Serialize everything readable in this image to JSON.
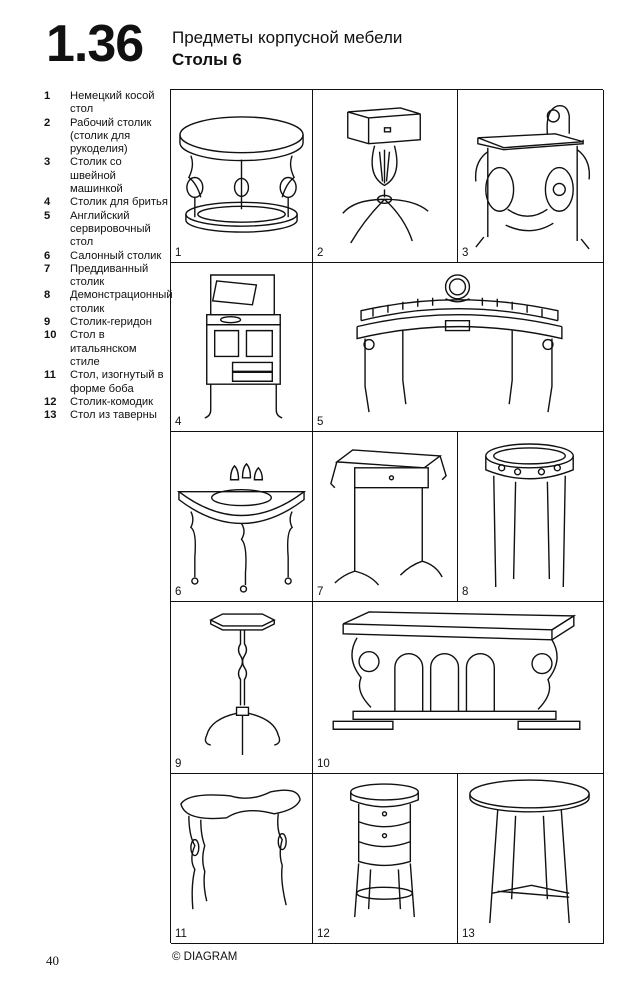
{
  "header": {
    "section_number": "1.36",
    "title": "Предметы корпусной мебели",
    "subtitle": "Столы 6"
  },
  "legend": [
    {
      "num": "1",
      "text": "Немецкий косой стол"
    },
    {
      "num": "2",
      "text": "Рабочий столик (столик для рукоделия)"
    },
    {
      "num": "3",
      "text": "Столик со швейной машинкой"
    },
    {
      "num": "4",
      "text": "Столик для бритья"
    },
    {
      "num": "5",
      "text": "Английский сервировочный стол"
    },
    {
      "num": "6",
      "text": "Салонный столик"
    },
    {
      "num": "7",
      "text": "Преддиванный столик"
    },
    {
      "num": "8",
      "text": "Демонстрационный столик"
    },
    {
      "num": "9",
      "text": "Столик-геридон"
    },
    {
      "num": "10",
      "text": "Стол в итальянском стиле"
    },
    {
      "num": "11",
      "text": "Стол, изогнутый в форме боба"
    },
    {
      "num": "12",
      "text": "Столик-комодик"
    },
    {
      "num": "13",
      "text": "Стол из таверны"
    }
  ],
  "illustrations": [
    {
      "label": "1",
      "icon": "round-table-icon"
    },
    {
      "label": "2",
      "icon": "work-table-icon"
    },
    {
      "label": "3",
      "icon": "sewing-table-icon"
    },
    {
      "label": "4",
      "icon": "shaving-stand-icon"
    },
    {
      "label": "5",
      "icon": "serving-table-icon"
    },
    {
      "label": "6",
      "icon": "half-moon-table-icon"
    },
    {
      "label": "7",
      "icon": "sofa-table-icon"
    },
    {
      "label": "8",
      "icon": "display-table-icon"
    },
    {
      "label": "9",
      "icon": "gueridon-icon"
    },
    {
      "label": "10",
      "icon": "italian-table-icon"
    },
    {
      "label": "11",
      "icon": "kidney-table-icon"
    },
    {
      "label": "12",
      "icon": "chest-table-icon"
    },
    {
      "label": "13",
      "icon": "tavern-table-icon"
    }
  ],
  "footer": {
    "page_number": "40",
    "copyright": "© DIAGRAM"
  }
}
